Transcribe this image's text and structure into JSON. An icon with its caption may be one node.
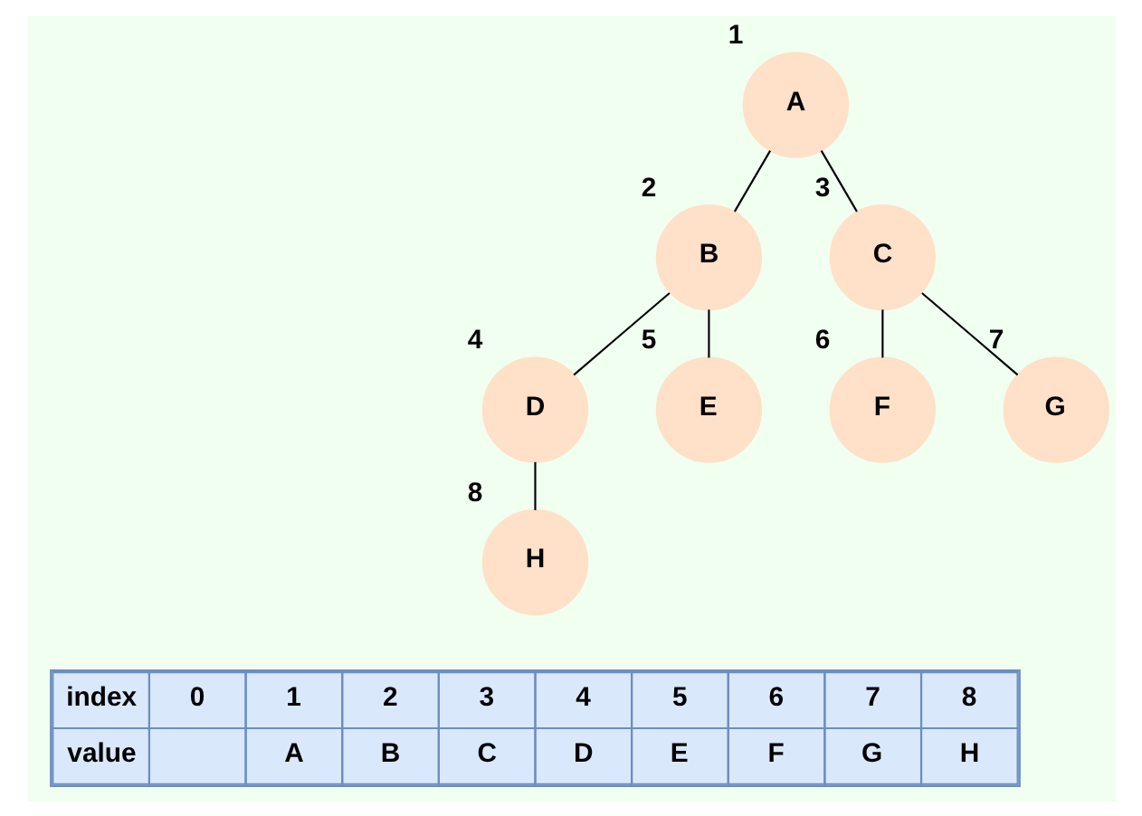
{
  "diagram": {
    "nodes": [
      {
        "text": [
          "A"
        ],
        "beside": [
          "1"
        ]
      },
      {
        "text": [
          "B"
        ],
        "beside": [
          "2"
        ]
      },
      {
        "text": [
          "C"
        ],
        "beside": [
          "3"
        ]
      },
      {
        "text": [
          "D"
        ],
        "beside": [
          "4"
        ]
      },
      {
        "text": [
          "E"
        ],
        "beside": [
          "5"
        ]
      },
      {
        "text": [
          "F"
        ],
        "beside": [
          "6"
        ]
      },
      {
        "text": [
          "G"
        ],
        "beside": [
          "7"
        ]
      },
      {
        "text": [
          "H"
        ],
        "beside": [
          "8"
        ]
      }
    ],
    "edges": [
      {
        "from": 0,
        "to": 1,
        "arrow": "none"
      },
      {
        "from": 0,
        "to": 2,
        "arrow": "none"
      },
      {
        "from": 1,
        "to": 3,
        "arrow": "none"
      },
      {
        "from": 1,
        "to": 4,
        "arrow": "none"
      },
      {
        "from": 2,
        "to": 5,
        "arrow": "none"
      },
      {
        "from": 2,
        "to": 6,
        "arrow": "none"
      },
      {
        "from": 3,
        "to": 7,
        "arrow": "none"
      }
    ],
    "labels": [
      "index",
      "0",
      "1",
      "2",
      "3",
      "4",
      "5",
      "6",
      "7",
      "8",
      "value",
      "A",
      "B",
      "C",
      "D",
      "E",
      "F",
      "G",
      "H"
    ]
  }
}
